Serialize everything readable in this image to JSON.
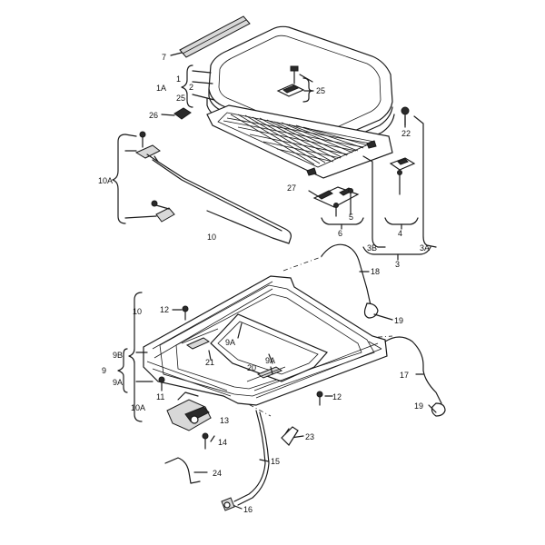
{
  "labels": {
    "l7": "7",
    "l1": "1",
    "l2": "2",
    "l1A": "1A",
    "l25a": "25",
    "l25b": "25",
    "l26": "26",
    "l22": "22",
    "l10A_top": "10A",
    "l10_top": "10",
    "l27": "27",
    "l5": "5",
    "l6": "6",
    "l4": "4",
    "l3B": "3B",
    "l3A": "3A",
    "l3": "3",
    "l18": "18",
    "l19a": "19",
    "l10_bot": "10",
    "l12a": "12",
    "l9A_a": "9A",
    "l9A_b": "9A",
    "l9B": "9B",
    "l9": "9",
    "l9A_c": "9A",
    "l21": "21",
    "l20": "20",
    "l11": "11",
    "l10A_bot": "10A",
    "l12b": "12",
    "l17": "17",
    "l19b": "19",
    "l13": "13",
    "l14": "14",
    "l23": "23",
    "l15": "15",
    "l24": "24",
    "l16": "16"
  }
}
